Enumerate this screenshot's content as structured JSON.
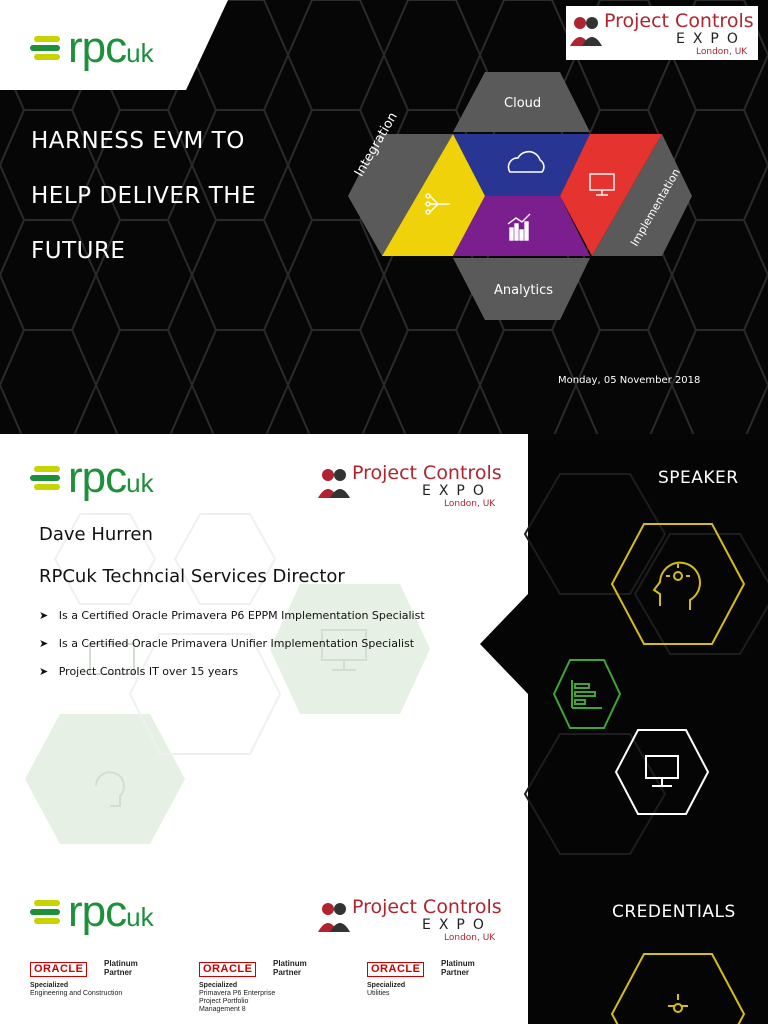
{
  "slide1": {
    "logo": {
      "word": "rpc",
      "suffix": "uk"
    },
    "expo": {
      "title": "Project Controls",
      "expo": "EXPO",
      "location": "London, UK"
    },
    "headline": [
      "HARNESS EVM TO",
      "HELP DELIVER THE",
      "FUTURE"
    ],
    "hex_labels": {
      "top": "Cloud",
      "bottom": "Analytics",
      "left": "Integration",
      "right": "Implementation"
    },
    "date": "Monday, 05 November 2018",
    "colors": {
      "yellow": "#f0d20a",
      "blue": "#283593",
      "purple": "#7b1f8f",
      "red": "#e53330",
      "grey": "#555555"
    }
  },
  "slide2": {
    "logo": {
      "word": "rpc",
      "suffix": "uk"
    },
    "expo": {
      "title": "Project Controls",
      "expo": "EXPO",
      "location": "London, UK"
    },
    "panel_title": "SPEAKER",
    "name": "Dave Hurren",
    "role": "RPCuk Techncial Services Director",
    "bullets": [
      "Is a Certified Oracle Primavera P6 EPPM Implementation Specialist",
      "Is a Certified Oracle Primavera Unifier Implementation Specialist",
      "Project Controls IT over 15 years"
    ],
    "icons": [
      "head-idea-icon",
      "chart-icon",
      "monitor-icon"
    ]
  },
  "slide3": {
    "logo": {
      "word": "rpc",
      "suffix": "uk"
    },
    "expo": {
      "title": "Project Controls",
      "expo": "EXPO",
      "location": "London, UK"
    },
    "panel_title": "CREDENTIALS",
    "badges": [
      {
        "brand": "ORACLE",
        "tier1": "Platinum",
        "tier2": "Partner",
        "spec": "Specialized",
        "area": [
          "Engineering and Construction"
        ]
      },
      {
        "brand": "ORACLE",
        "tier1": "Platinum",
        "tier2": "Partner",
        "spec": "Specialized",
        "area": [
          "Primavera P6 Enterprise",
          "Project Portfolio",
          "Management 8"
        ]
      },
      {
        "brand": "ORACLE",
        "tier1": "Platinum",
        "tier2": "Partner",
        "spec": "Specialized",
        "area": [
          "Utilities"
        ]
      }
    ]
  }
}
